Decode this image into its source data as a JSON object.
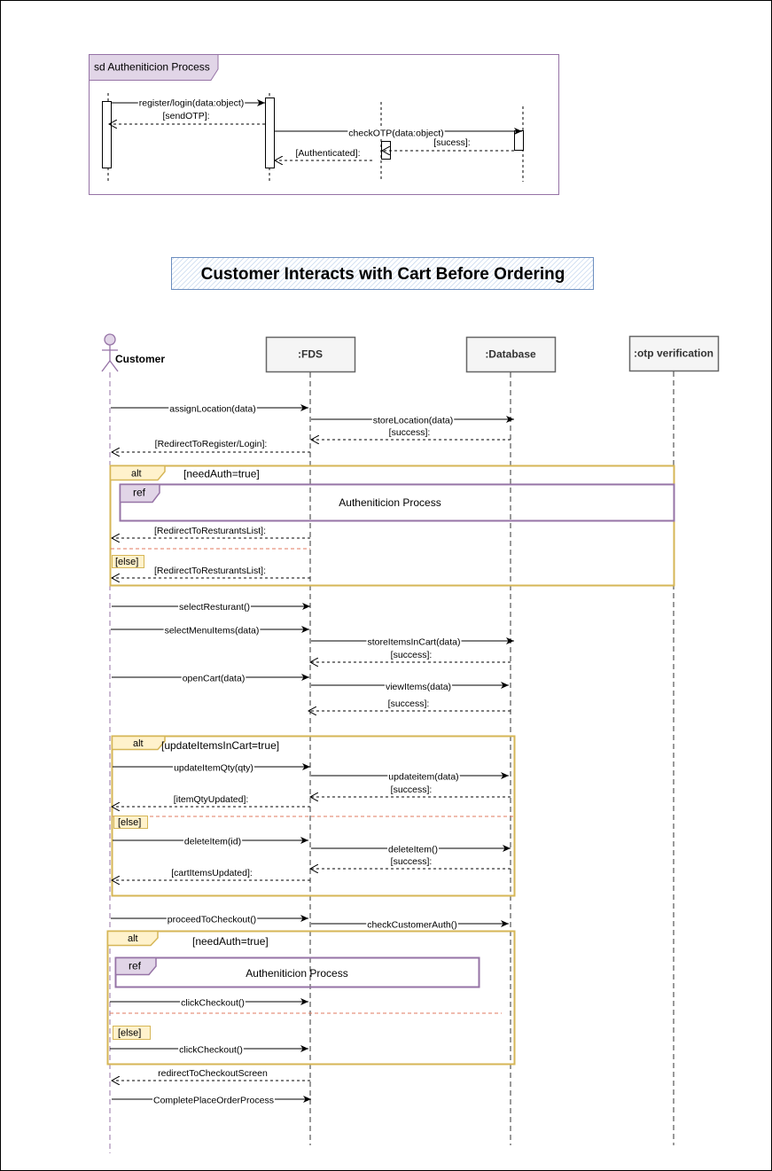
{
  "title": "Customer Interacts with Cart Before Ordering",
  "colors": {
    "frame_purple": "#9673a6",
    "frame_purple_fill": "#e1d5e7",
    "alt_yellow": "#d6b656",
    "alt_yellow_fill": "#fff2cc",
    "lifeline_purple": "#9673a6",
    "separator_red": "#e07a5f",
    "header_border": "#666666",
    "header_fill": "#f5f5f5",
    "title_border": "#6c8ebf",
    "title_fill": "#dae8fc"
  },
  "auth_fragment": {
    "title": "sd Autheniticion Process",
    "messages": {
      "register": "register/login(data:object)",
      "send_otp": "[sendOTP]:",
      "check_otp": "checkOTP(data:object)",
      "sucess": "[sucess]:",
      "authenticated": "[Authenticated]:"
    }
  },
  "participants": {
    "customer": "Customer",
    "fds": ":FDS",
    "database": ":Database",
    "otp": ":otp verification"
  },
  "messages": {
    "assign_location": "assignLocation(data)",
    "store_location": "storeLocation(data)",
    "store_location_success": "[success]:",
    "redirect_register": "[RedirectToRegister/Login]:",
    "redirect_list_1": "[RedirectToResturantsList]:",
    "redirect_list_2": "[RedirectToResturantsList]:",
    "select_restaurant": "selectResturant()",
    "select_menu_items": "selectMenuItems(data)",
    "store_items_in_cart": "storeItemsInCart(data)",
    "store_items_success": "[success]:",
    "open_cart": "openCart(data)",
    "view_items": "viewItems(data)",
    "view_items_success": "[success]:",
    "update_item_qty": "updateItemQty(qty)",
    "update_item": "updateitem(data)",
    "update_item_success": "[success]:",
    "item_qty_updated": "[itemQtyUpdated]:",
    "delete_item_call": "deleteItem(id)",
    "delete_item_db": "deleteItem()",
    "delete_item_success": "[success]:",
    "cart_items_updated": "[cartItemsUpdated]:",
    "proceed_to_checkout": "proceedToCheckout()",
    "check_customer_auth": "checkCustomerAuth()",
    "click_checkout_1": "clickCheckout()",
    "click_checkout_2": "clickCheckout()",
    "redirect_checkout_screen": "redirectToCheckoutScreen",
    "complete_place_order": "CompletePlaceOrderProcess"
  },
  "fragments": {
    "alt1": {
      "tag": "alt",
      "guard": "[needAuth=true]",
      "else": "[else]"
    },
    "ref1": {
      "tag": "ref",
      "text": "Autheniticion Process"
    },
    "alt2": {
      "tag": "alt",
      "guard": "[updateItemsInCart=true]",
      "else": "[else]"
    },
    "alt3": {
      "tag": "alt",
      "guard": "[needAuth=true]",
      "else": "[else]"
    },
    "ref2": {
      "tag": "ref",
      "text": "Autheniticion Process"
    }
  }
}
